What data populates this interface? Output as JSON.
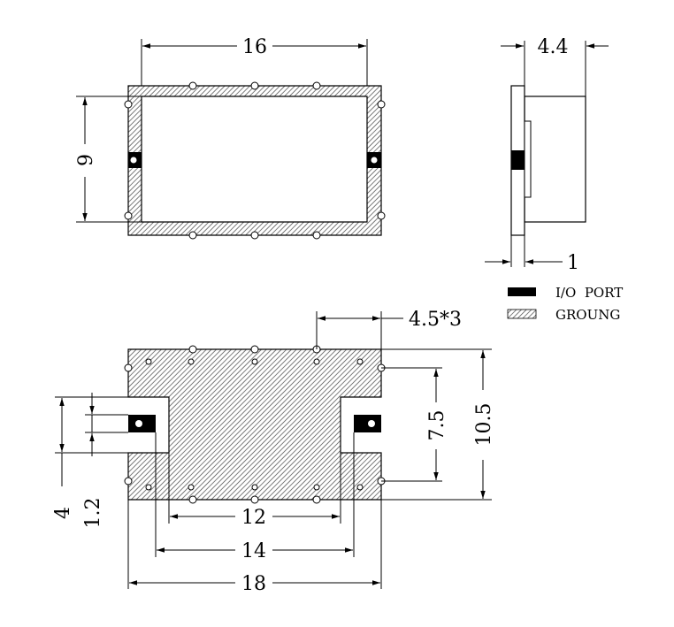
{
  "dimensions": {
    "top_width": "16",
    "top_height": "9",
    "side_thickness": "4.4",
    "side_base": "1",
    "pitch": "4.5*3",
    "height_total": "10.5",
    "port_span": "7.5",
    "bottom_inner": "12",
    "bottom_mid": "14",
    "bottom_total": "18",
    "left_outer": "4",
    "left_inner": "1.2"
  },
  "legend": {
    "io_port_label": "I/O  PORT",
    "ground_label": "GROUNG"
  },
  "colors": {
    "io_port_fill": "#000000",
    "ground_hatch": "#555555"
  }
}
